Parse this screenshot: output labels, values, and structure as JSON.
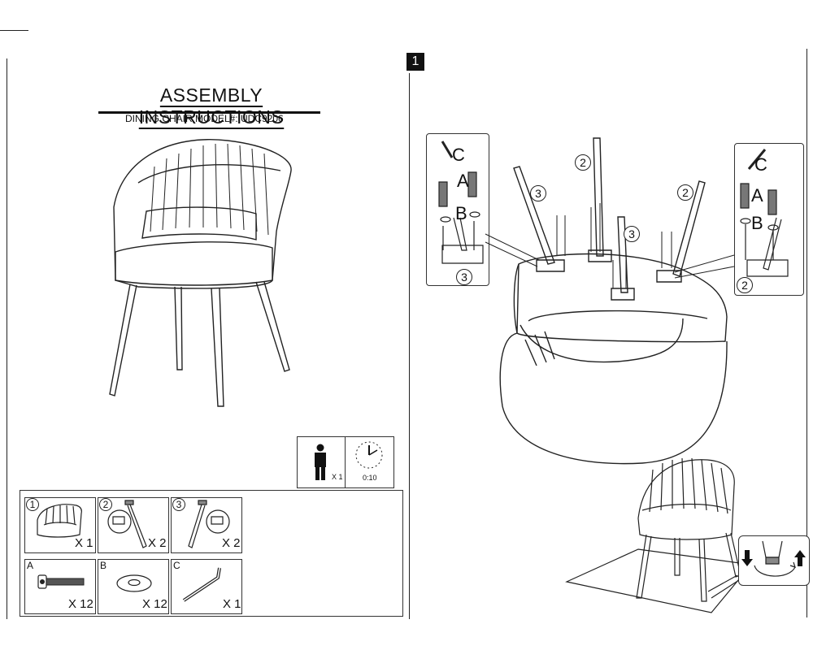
{
  "header": {
    "title": "ASSEMBLY INSTRUCTIONS",
    "subtitle": "DINING CHAIR MODEL#:  UDC9206"
  },
  "info_box": {
    "persons": "X 1",
    "time": "0:10"
  },
  "parts": [
    {
      "id": "1",
      "qty": "X 1"
    },
    {
      "id": "2",
      "qty": "X 2"
    },
    {
      "id": "3",
      "qty": "X 2"
    },
    {
      "id": "A",
      "qty": "X 12"
    },
    {
      "id": "B",
      "qty": "X 12"
    },
    {
      "id": "C",
      "qty": "X 1"
    }
  ],
  "step": {
    "number": "1",
    "left_detail": {
      "letters": [
        "C",
        "A",
        "B"
      ],
      "part": "3"
    },
    "right_detail": {
      "letters": [
        "C",
        "A",
        "B"
      ],
      "part": "2"
    },
    "leg_labels": [
      "3",
      "2",
      "3",
      "2"
    ]
  },
  "icons": [
    "person-icon",
    "clock-icon",
    "down-arrow-icon",
    "up-arrow-icon"
  ]
}
